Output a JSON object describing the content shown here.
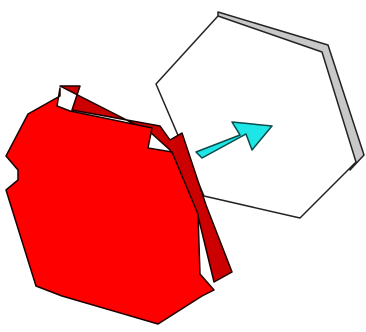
{
  "illustration": {
    "target_piece": {
      "shape": "hexagon",
      "face_color": "#ffffff",
      "side_color": "#c8c8c8",
      "outline_color": "#222222"
    },
    "moving_piece": {
      "shape": "hexagon-with-notches",
      "face_color": "#ff0000",
      "side_color": "#cc0000",
      "outline_color": "#1a0000"
    },
    "arrow": {
      "icon": "arrow-icon",
      "direction": "up-right",
      "fill_color": "#1ee6e6",
      "outline_color": "#0a4a4a"
    }
  }
}
